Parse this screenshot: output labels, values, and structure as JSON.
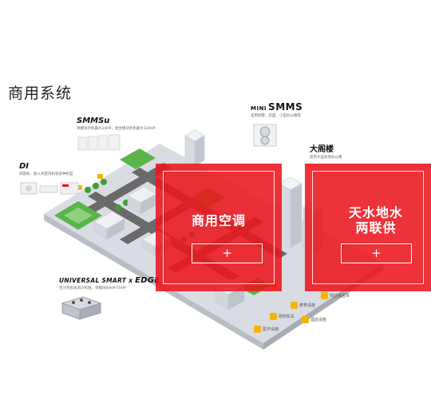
{
  "page": {
    "title": "商用系统"
  },
  "products": {
    "smmsu": {
      "name": "SMMSu",
      "desc": "单模块外机最大24HP，组合模块外机最大120HP"
    },
    "mini_smms": {
      "name_prefix": "MINI",
      "name": "SMMS",
      "desc": "适用别墅、店面、小型办公楼等"
    },
    "da": {
      "name": "大阁楼",
      "desc": "适用大型商场办公楼"
    },
    "di": {
      "name": "DI",
      "desc": "风管机、嵌入式室内机等多种机型"
    },
    "edge": {
      "name_prefix": "UNIVERSAL SMART x",
      "name": "EDGE",
      "desc": "空冷热泵式风冷机组，单模块60HP/70HP"
    }
  },
  "panels": {
    "hvac": {
      "title": "商用空调",
      "button": "+"
    },
    "water": {
      "title": "天水地水两联供",
      "button": "+"
    }
  },
  "building_labels": [
    "商业综合体",
    "教育设施",
    "政府机关",
    "医疗设施",
    "酒店设施"
  ],
  "colors": {
    "accent": "#e8141c",
    "road": "#6a6a6a",
    "grass": "#59b54a",
    "building": "#e6e9ee"
  }
}
